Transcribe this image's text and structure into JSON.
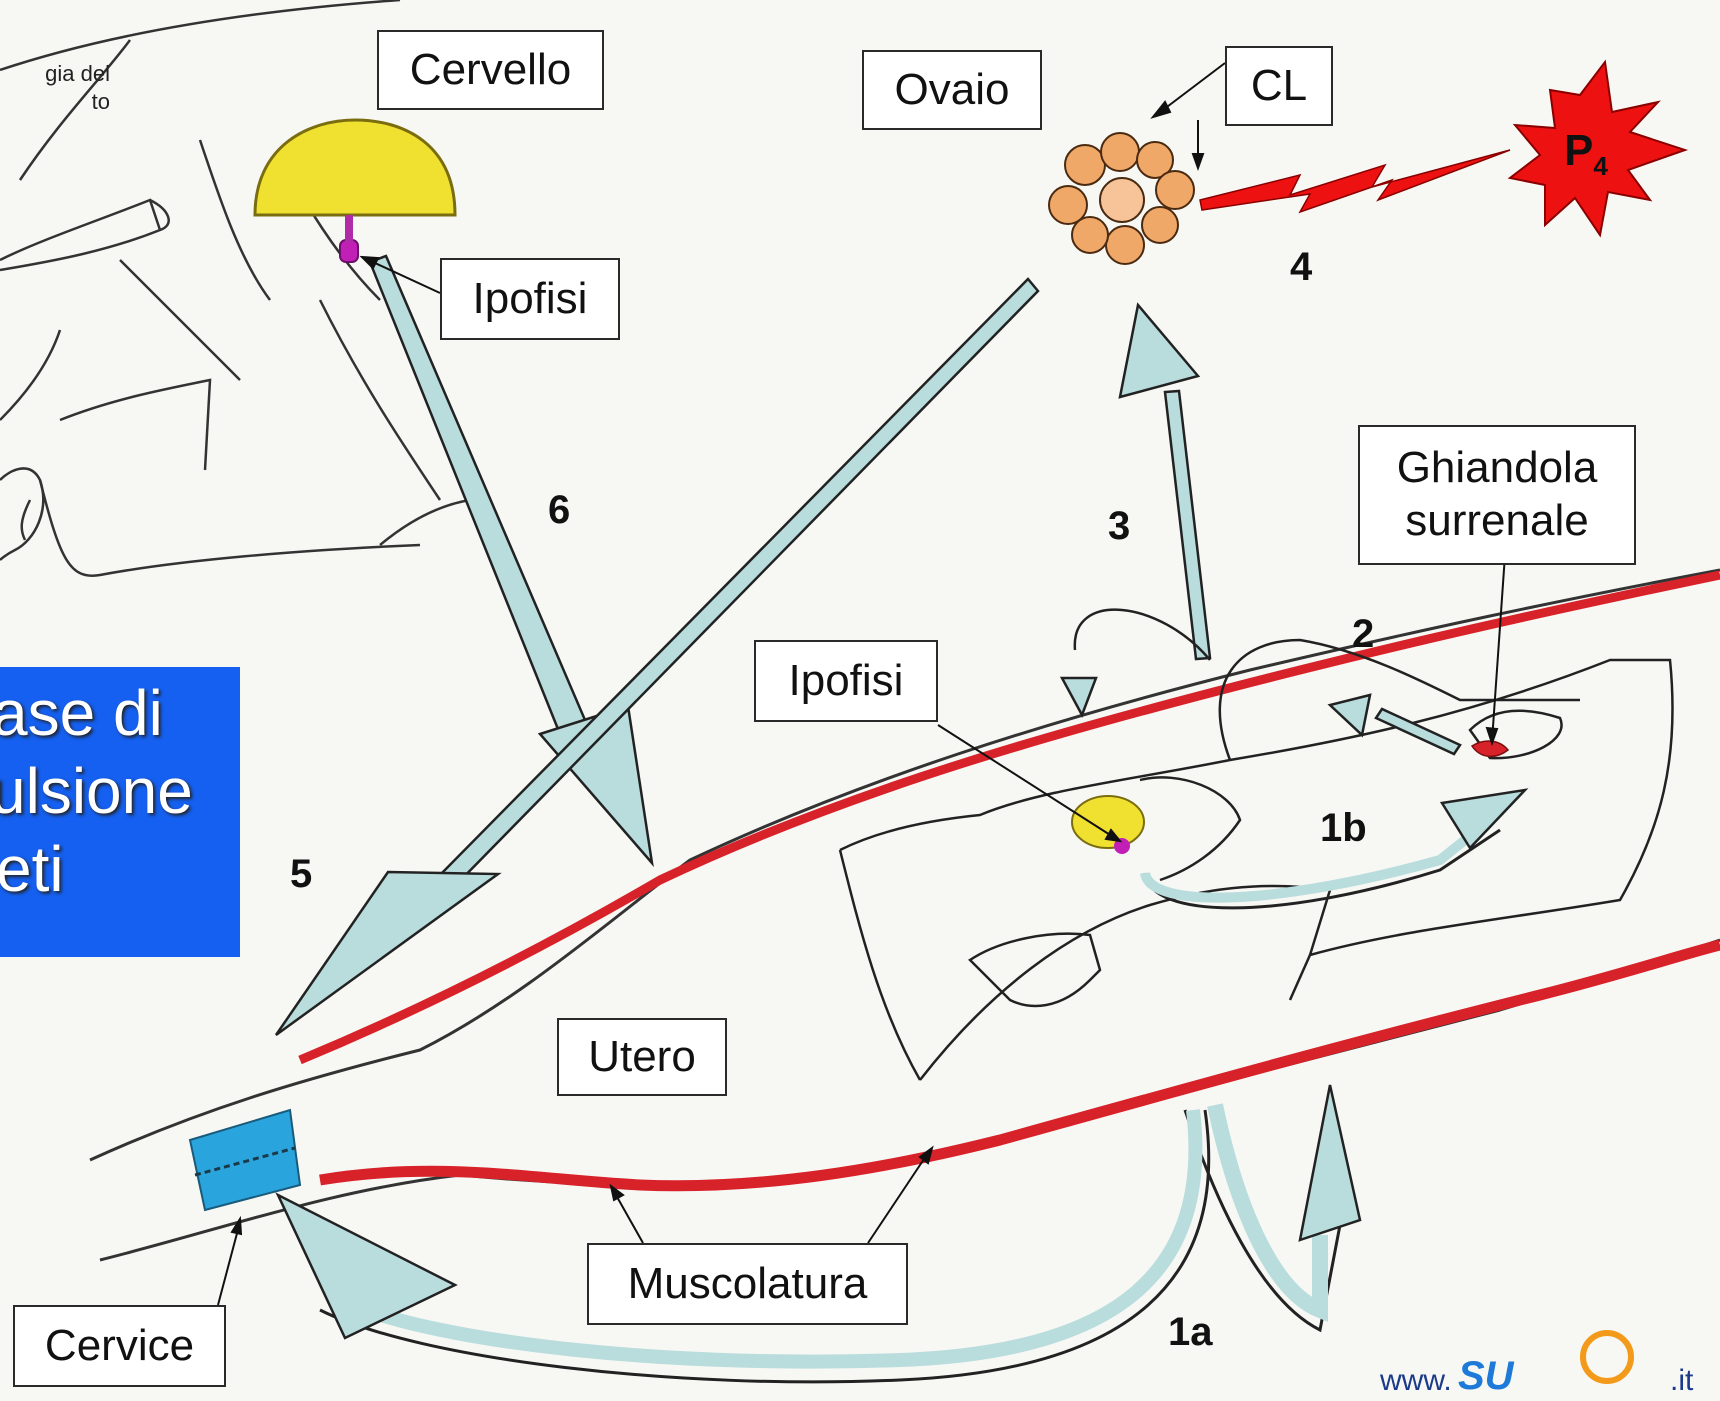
{
  "corner_note": [
    "gia del",
    "to"
  ],
  "title_lines": [
    "ase di",
    "ulsione",
    "eti"
  ],
  "labels": {
    "cervello": "Cervello",
    "ipofisi_top": "Ipofisi",
    "ovaio": "Ovaio",
    "cl": "CL",
    "ghiandola": [
      "Ghiandola",
      "surrenale"
    ],
    "ipofisi_fetal": "Ipofisi",
    "utero": "Utero",
    "muscolatura": "Muscolatura",
    "cervice": "Cervice"
  },
  "hormone": {
    "letter": "P",
    "subscript": "4"
  },
  "step_numbers": {
    "n1a": "1a",
    "n1b": "1b",
    "n2": "2",
    "n3": "3",
    "n4": "4",
    "n5": "5",
    "n6": "6"
  },
  "watermark": {
    "prefix": "www.",
    "brand": "SU",
    "suffix": ".it"
  },
  "colors": {
    "background": "#f7f8f4",
    "arrow_fill": "#b9dcdd",
    "muscle": "#d8222a",
    "brain": "#f0e030",
    "cervix": "#2aa4dc",
    "star": "#ee1111",
    "title_box": "#1560f0",
    "corpus_luteum": "#f0a868"
  },
  "icons": [
    "cow-head-sketch",
    "brain-icon",
    "pituitary-icon",
    "corpus-luteum-icon",
    "lightning-bolt-icon",
    "star-burst-icon",
    "calf-fetus-sketch",
    "adrenal-gland-icon",
    "cervix-icon"
  ]
}
